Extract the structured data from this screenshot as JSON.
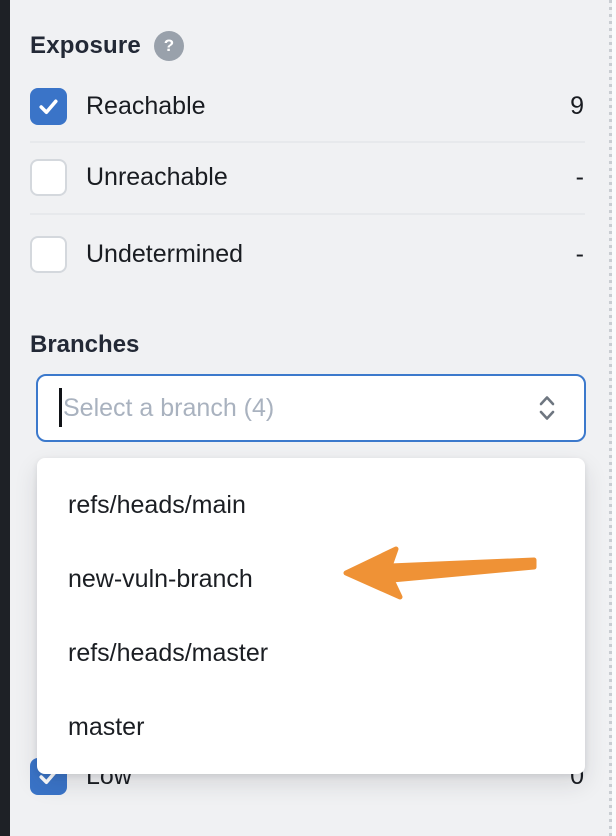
{
  "exposure": {
    "title": "Exposure",
    "items": [
      {
        "label": "Reachable",
        "count": "9",
        "checked": true
      },
      {
        "label": "Unreachable",
        "count": "-",
        "checked": false
      },
      {
        "label": "Undetermined",
        "count": "-",
        "checked": false
      }
    ]
  },
  "branches": {
    "title": "Branches",
    "placeholder": "Select a branch (4)",
    "options": [
      "refs/heads/main",
      "new-vuln-branch",
      "refs/heads/master",
      "master"
    ]
  },
  "severity_partial_row": {
    "label": "Low",
    "count": "0",
    "checked": true
  },
  "icons": {
    "help_glyph": "?",
    "checkmark": "check-icon",
    "select_chevrons": "chevron-up-down-icon",
    "annotation": "orange-arrow-left-icon"
  },
  "colors": {
    "background": "#f0f1f3",
    "checkbox_checked_blue": "#3a74c8",
    "input_border_focus_blue": "#3c79cc",
    "annotation_arrow_orange": "#ef9236",
    "edge_strip_dark": "#1e2126"
  }
}
